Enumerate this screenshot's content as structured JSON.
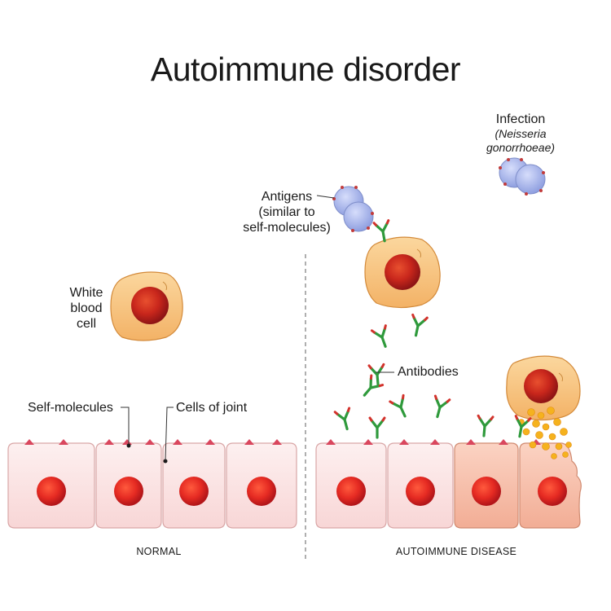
{
  "title": "Autoimmune disorder",
  "labels": {
    "infection": "Infection",
    "infection_species_1": "(Neisseria",
    "infection_species_2": "gonorrhoeae)",
    "antigens_1": "Antigens",
    "antigens_2": "(similar to",
    "antigens_3": "self-molecules)",
    "wbc_1": "White",
    "wbc_2": "blood",
    "wbc_3": "cell",
    "self_molecules": "Self-molecules",
    "cells_of_joint": "Cells of joint",
    "antibodies": "Antibodies"
  },
  "panels": {
    "normal": "NORMAL",
    "autoimmune": "AUTOIMMUNE DISEASE"
  },
  "colors": {
    "wbc_body": "#f7c27d",
    "wbc_nucleus": "#c9271c",
    "joint_cell": "#fbe3e3",
    "joint_cell_damaged": "#f7c2ad",
    "cell_nucleus": "#e52a22",
    "bacteria": "#a9b6ec",
    "antibody_green": "#2f9a3c",
    "antibody_red": "#d3322c"
  }
}
